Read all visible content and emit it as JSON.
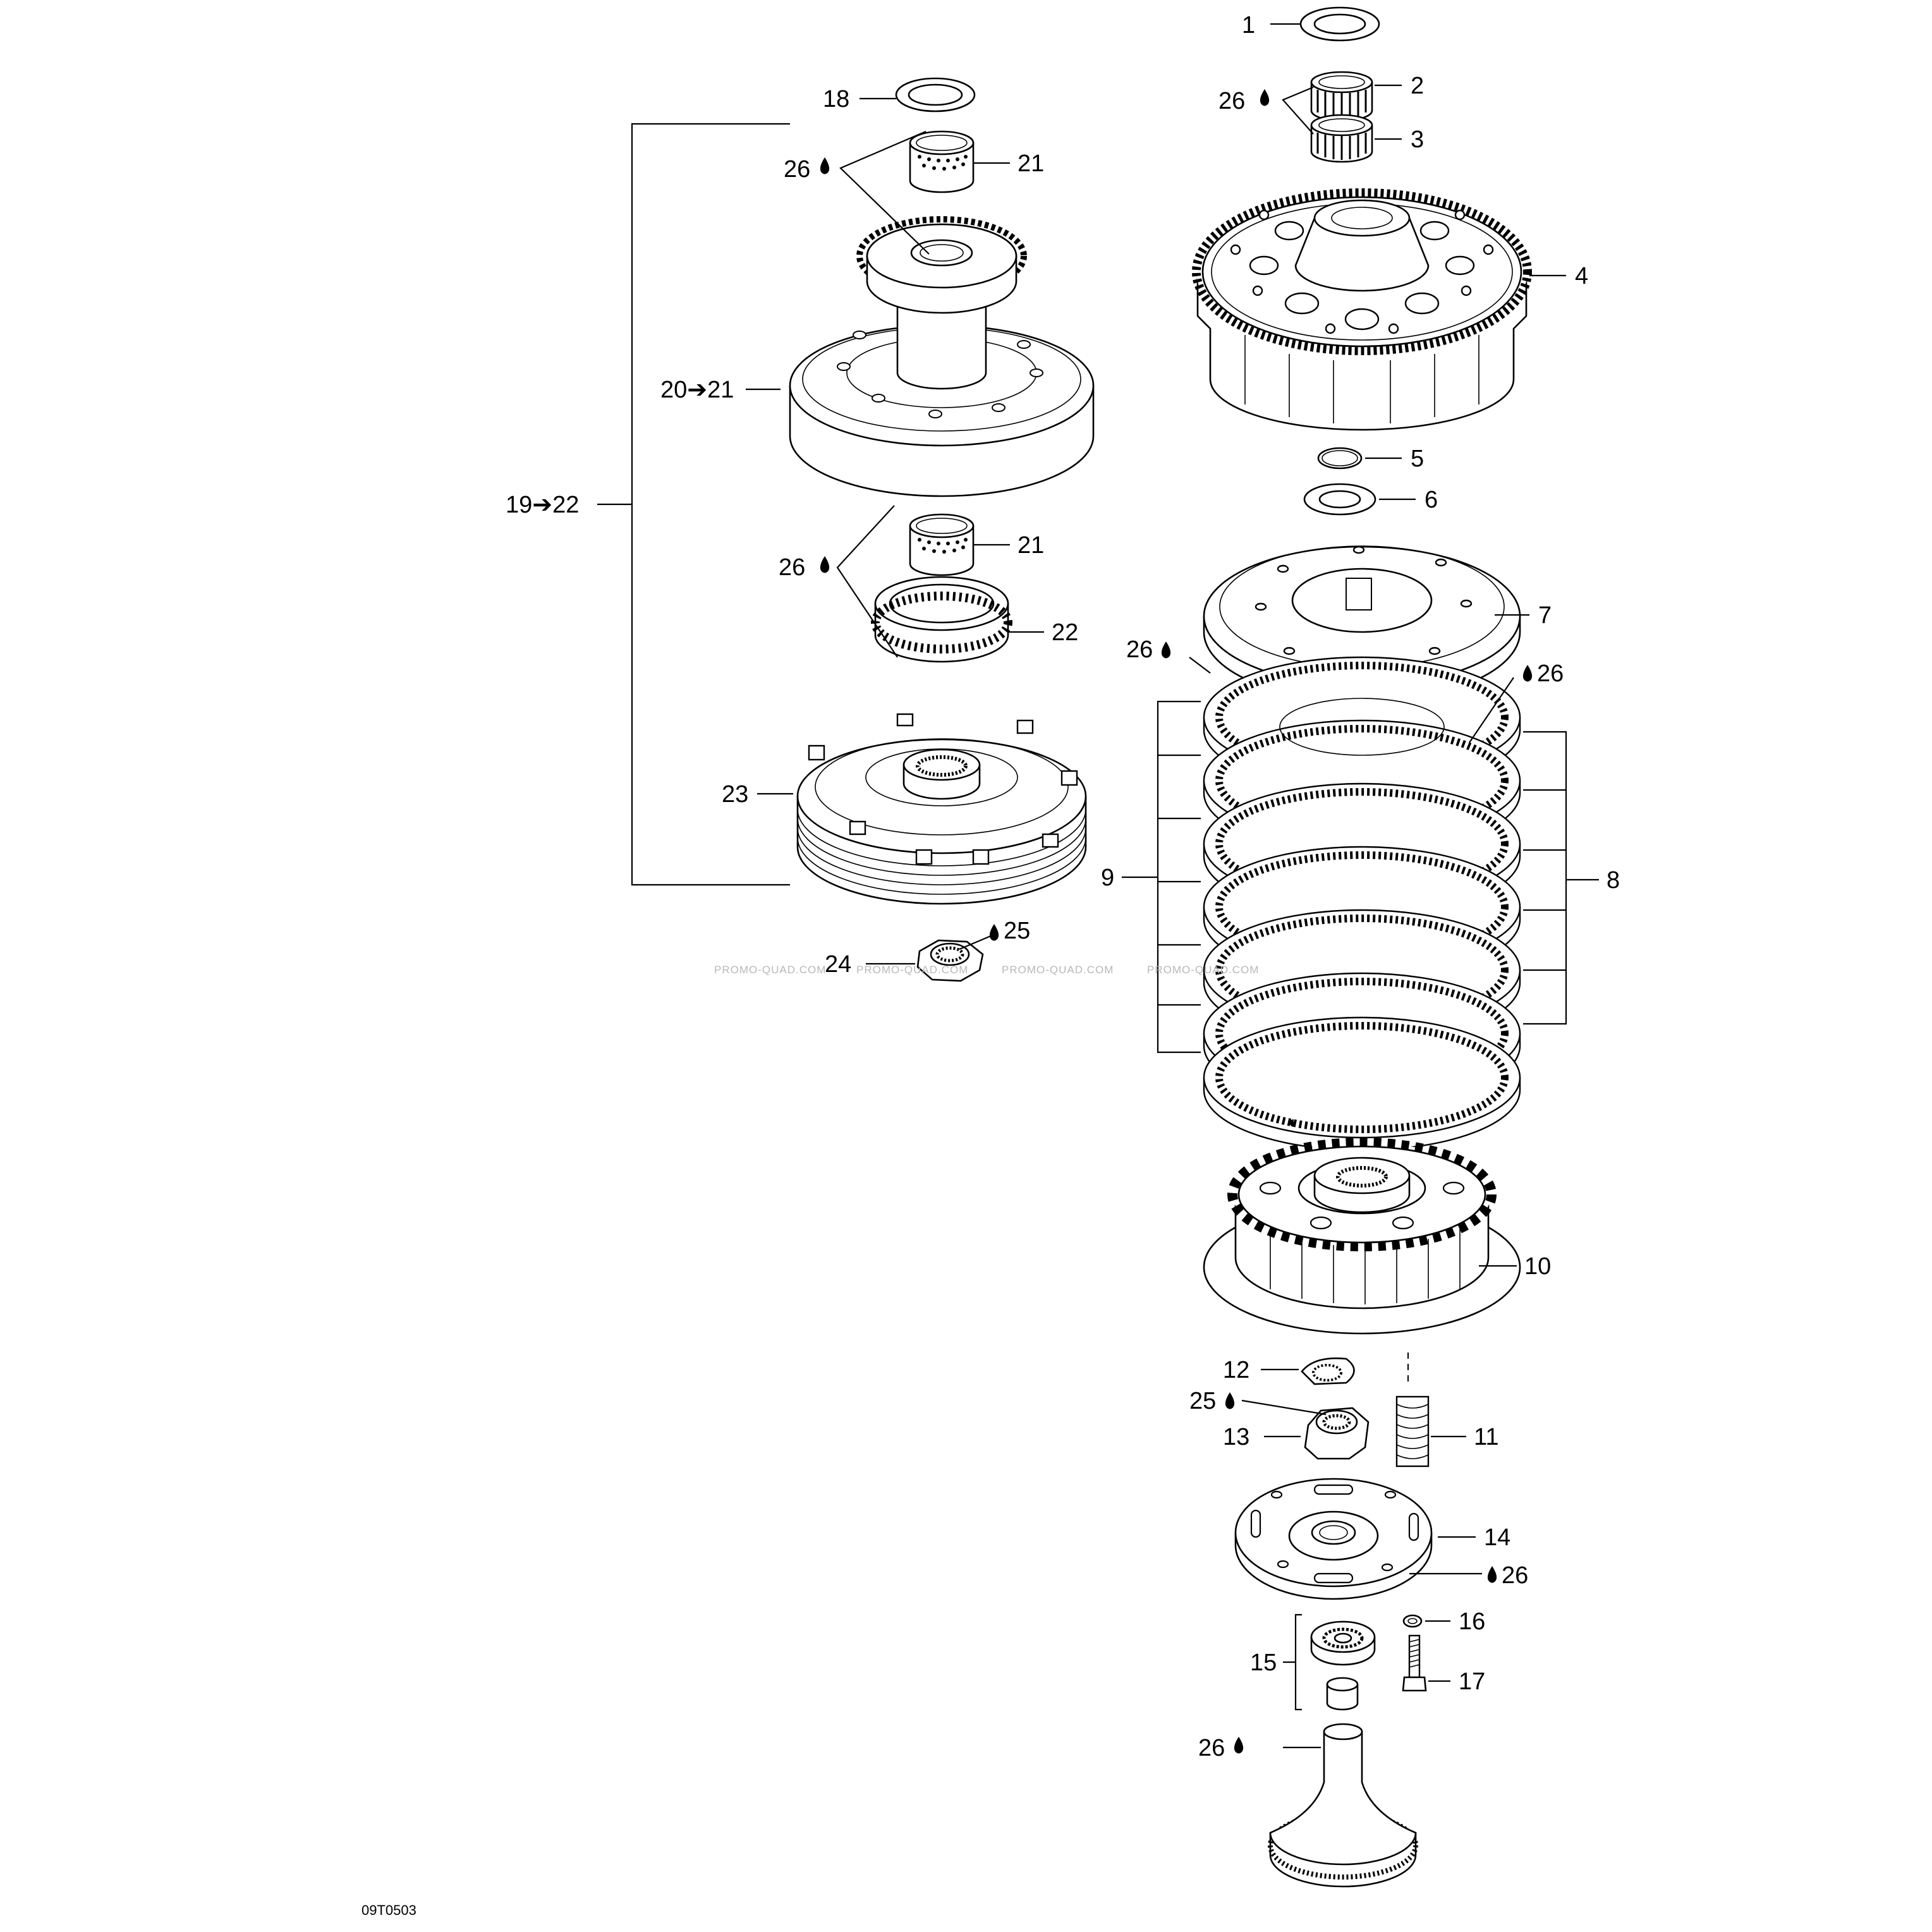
{
  "diagram": {
    "drawing_code": "09T0503",
    "watermark": "PROMO-QUAD.COM",
    "callouts": [
      {
        "id": "c1",
        "text": "1"
      },
      {
        "id": "c2",
        "text": "2"
      },
      {
        "id": "c3",
        "text": "3"
      },
      {
        "id": "c26a",
        "text": "26"
      },
      {
        "id": "c4",
        "text": "4"
      },
      {
        "id": "c5",
        "text": "5"
      },
      {
        "id": "c6",
        "text": "6"
      },
      {
        "id": "c7",
        "text": "7"
      },
      {
        "id": "c26b",
        "text": "26"
      },
      {
        "id": "c26c",
        "text": "26"
      },
      {
        "id": "c8",
        "text": "8"
      },
      {
        "id": "c9",
        "text": "9"
      },
      {
        "id": "c10",
        "text": "10"
      },
      {
        "id": "c12",
        "text": "12"
      },
      {
        "id": "c25a",
        "text": "25"
      },
      {
        "id": "c13",
        "text": "13"
      },
      {
        "id": "c11",
        "text": "11"
      },
      {
        "id": "c14",
        "text": "14"
      },
      {
        "id": "c26d",
        "text": "26"
      },
      {
        "id": "c16",
        "text": "16"
      },
      {
        "id": "c15",
        "text": "15"
      },
      {
        "id": "c17",
        "text": "17"
      },
      {
        "id": "c26e",
        "text": "26"
      },
      {
        "id": "c18",
        "text": "18"
      },
      {
        "id": "c26f",
        "text": "26"
      },
      {
        "id": "c21a",
        "text": "21"
      },
      {
        "id": "c2021",
        "text": "20➔21"
      },
      {
        "id": "c1922",
        "text": "19➔22"
      },
      {
        "id": "c26g",
        "text": "26"
      },
      {
        "id": "c21b",
        "text": "21"
      },
      {
        "id": "c22",
        "text": "22"
      },
      {
        "id": "c23",
        "text": "23"
      },
      {
        "id": "c24",
        "text": "24"
      },
      {
        "id": "c25b",
        "text": "25"
      }
    ]
  }
}
